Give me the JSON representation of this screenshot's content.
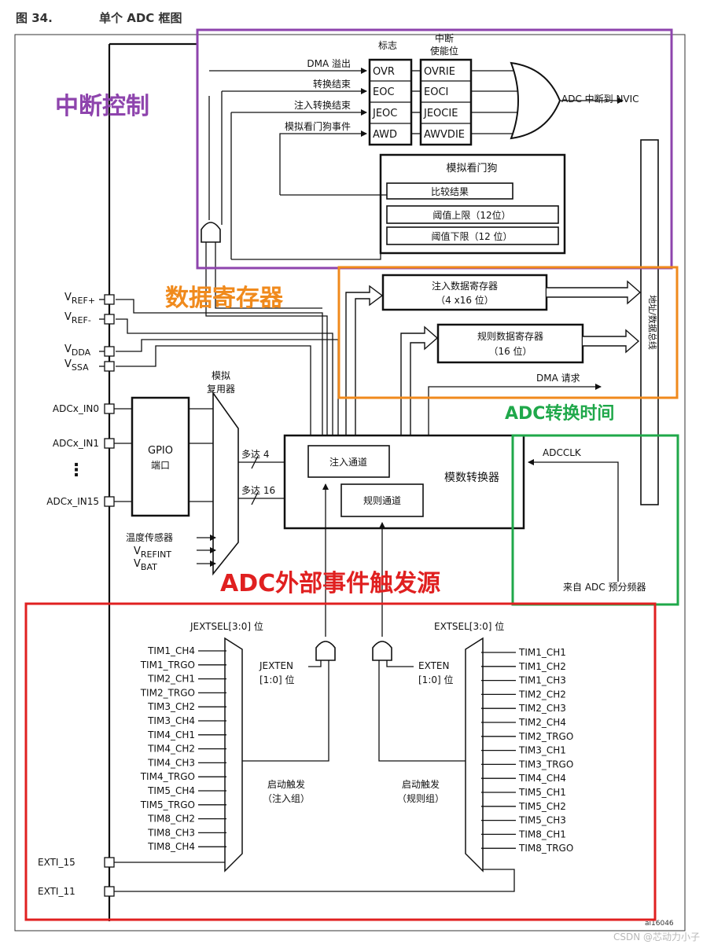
{
  "figure": {
    "number": "图 34.",
    "title": "单个 ADC 框图",
    "code": "ai16046",
    "watermark": "CSDN @芯动力小子"
  },
  "colors": {
    "purple": "#8e44ad",
    "orange": "#f08a1c",
    "green": "#1fa84a",
    "red": "#e02020"
  },
  "regions": {
    "interrupt": "中断控制",
    "data_registers": "数据寄存器",
    "conv_time": "ADC转换时间",
    "ext_trigger": "ADC外部事件触发源"
  },
  "interrupt": {
    "col_flag": "标志",
    "col_enable_1": "中断",
    "col_enable_2": "使能位",
    "events": [
      "DMA 溢出",
      "转换结束",
      "注入转换结束",
      "模拟看门狗事件"
    ],
    "flags": [
      "OVR",
      "EOC",
      "JEOC",
      "AWD"
    ],
    "enables": [
      "OVRIE",
      "EOCI",
      "JEOCIE",
      "AWVDIE"
    ],
    "output": "ADC 中断到 NVIC"
  },
  "watchdog": {
    "title": "模拟看门狗",
    "compare": "比较结果",
    "upper": "阈值上限（12位）",
    "lower": "阈值下限（12 位）"
  },
  "registers": {
    "injected_1": "注入数据寄存器",
    "injected_2": "（4 x16 位）",
    "regular_1": "规则数据寄存器",
    "regular_2": "（16 位）",
    "dma": "DMA 请求",
    "bus": "地址/数据总线"
  },
  "supply_pins": [
    {
      "main": "V",
      "sub": "REF+"
    },
    {
      "main": "V",
      "sub": "REF-"
    },
    {
      "main": "V",
      "sub": "DDA"
    },
    {
      "main": "V",
      "sub": "SSA"
    }
  ],
  "inputs": {
    "in0": "ADCx_IN0",
    "in1": "ADCx_IN1",
    "in15": "ADCx_IN15",
    "dots": "⋮"
  },
  "gpio": {
    "label_1": "GPIO",
    "label_2": "端口"
  },
  "mux": {
    "label_1": "模拟",
    "label_2": "复用器",
    "upto4": "多达 4",
    "upto16": "多达 16",
    "temp": "温度传感器",
    "vrefint_main": "V",
    "vrefint_sub": "REFINT",
    "vbat_main": "V",
    "vbat_sub": "BAT"
  },
  "adc": {
    "title": "模数转换器",
    "injected": "注入通道",
    "regular": "规则通道",
    "clk": "ADCCLK",
    "prescaler": "来自 ADC 预分频器"
  },
  "trigger": {
    "jextsel": "JEXTSEL[3:0] 位",
    "extsel": "EXTSEL[3:0] 位",
    "jexten_1": "JEXTEN",
    "jexten_2": "[1:0] 位",
    "exten_1": "EXTEN",
    "exten_2": "[1:0] 位",
    "start_1": "启动触发",
    "start_inj": "（注入组）",
    "start_reg": "（规则组）",
    "injected_sources": [
      "TIM1_CH4",
      "TIM1_TRGO",
      "TIM2_CH1",
      "TIM2_TRGO",
      "TIM3_CH2",
      "TIM3_CH4",
      "TIM4_CH1",
      "TIM4_CH2",
      "TIM4_CH3",
      "TIM4_TRGO",
      "TIM5_CH4",
      "TIM5_TRGO",
      "TIM8_CH2",
      "TIM8_CH3",
      "TIM8_CH4"
    ],
    "regular_sources": [
      "TIM1_CH1",
      "TIM1_CH2",
      "TIM1_CH3",
      "TIM2_CH2",
      "TIM2_CH3",
      "TIM2_CH4",
      "TIM2_TRGO",
      "TIM3_CH1",
      "TIM3_TRGO",
      "TIM4_CH4",
      "TIM5_CH1",
      "TIM5_CH2",
      "TIM5_CH3",
      "TIM8_CH1",
      "TIM8_TRGO"
    ],
    "exti15": "EXTI_15",
    "exti11": "EXTI_11"
  }
}
